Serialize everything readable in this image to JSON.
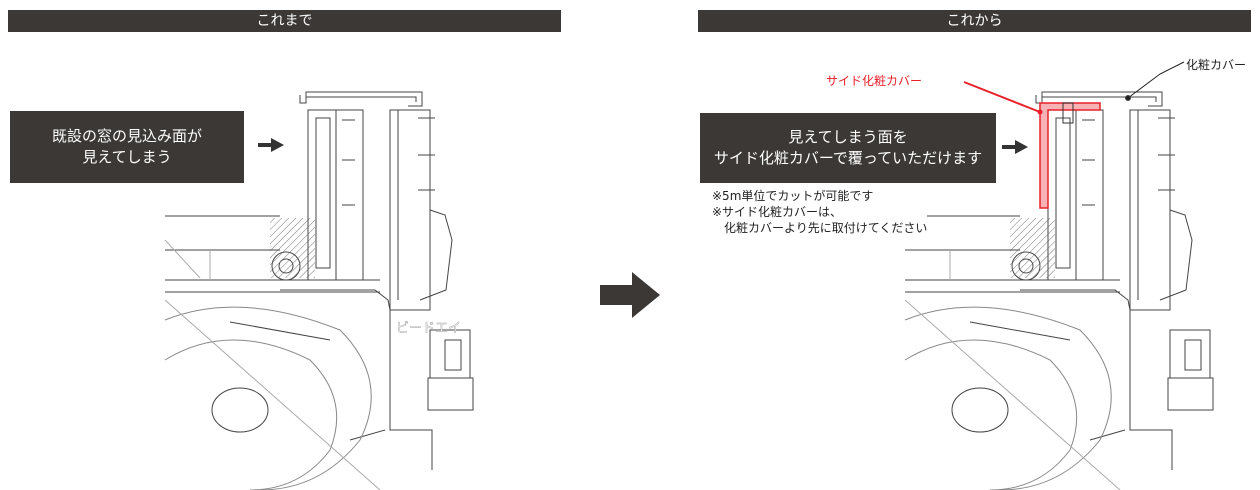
{
  "left_panel": {
    "header": "これまで",
    "callout_lines": [
      "既設の窓の見込み面が",
      "見えてしまう"
    ],
    "overlay_text": "ビードエイ"
  },
  "right_panel": {
    "header": "これから",
    "callout_lines": [
      "見えてしまう面を",
      "サイド化粧カバーで覆っていただけます"
    ],
    "notes": [
      "※5m単位でカットが可能です",
      "※サイド化粧カバーは、",
      "　化粧カバーより先に取付けてください"
    ],
    "label_side_cover": "サイド化粧カバー",
    "label_cover": "化粧カバー"
  },
  "colors": {
    "header_bg": "#3c3836",
    "callout_bg": "#3b3835",
    "highlight": "#e8202a",
    "highlight_fill": "#f6b2b4"
  }
}
